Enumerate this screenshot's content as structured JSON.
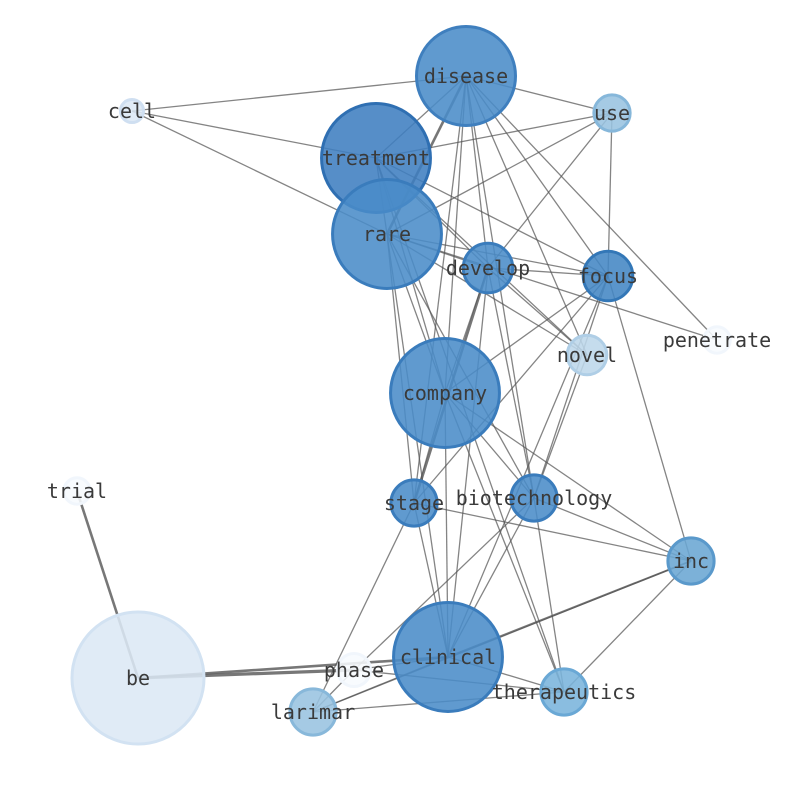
{
  "graph": {
    "nodes": [
      {
        "id": "disease",
        "label": "disease",
        "size": 3.0,
        "color": "#4a8cc8",
        "stroke": "#3f7fbe"
      },
      {
        "id": "cell",
        "label": "cell",
        "size": 0.7,
        "color": "#dce8f5",
        "stroke": "#cfdff1"
      },
      {
        "id": "use",
        "label": "use",
        "size": 1.1,
        "color": "#98c3e0",
        "stroke": "#86b7da"
      },
      {
        "id": "treatment",
        "label": "treatment",
        "size": 3.3,
        "color": "#3f7ec0",
        "stroke": "#2f6fb2"
      },
      {
        "id": "rare",
        "label": "rare",
        "size": 3.3,
        "color": "#4a8cc8",
        "stroke": "#3a7cbc"
      },
      {
        "id": "develop",
        "label": "develop",
        "size": 1.5,
        "color": "#4a8cc8",
        "stroke": "#3a7cbc"
      },
      {
        "id": "focus",
        "label": "focus",
        "size": 1.5,
        "color": "#4386c4",
        "stroke": "#3377b7"
      },
      {
        "id": "penetrate",
        "label": "penetrate",
        "size": 0.8,
        "color": "#f7fafe",
        "stroke": "#f1f6fc"
      },
      {
        "id": "novel",
        "label": "novel",
        "size": 1.2,
        "color": "#bdd7eb",
        "stroke": "#afcee6"
      },
      {
        "id": "company",
        "label": "company",
        "size": 3.3,
        "color": "#4a8cc8",
        "stroke": "#3a7cbc"
      },
      {
        "id": "trial",
        "label": "trial",
        "size": 0.8,
        "color": "#f7fafe",
        "stroke": "#f1f6fc"
      },
      {
        "id": "stage",
        "label": "stage",
        "size": 1.4,
        "color": "#4a8cc8",
        "stroke": "#3a7cbc"
      },
      {
        "id": "biotechnology",
        "label": "biotechnology",
        "size": 1.4,
        "color": "#4a8cc8",
        "stroke": "#3a7cbc"
      },
      {
        "id": "inc",
        "label": "inc",
        "size": 1.4,
        "color": "#6aa6d3",
        "stroke": "#5a99cb"
      },
      {
        "id": "be",
        "label": "be",
        "size": 4.0,
        "color": "#dce8f5",
        "stroke": "#d2e2f2"
      },
      {
        "id": "phase",
        "label": "phase",
        "size": 1.0,
        "color": "#f7fafe",
        "stroke": "#f1f6fc"
      },
      {
        "id": "clinical",
        "label": "clinical",
        "size": 3.3,
        "color": "#4a8cc8",
        "stroke": "#3a7cbc"
      },
      {
        "id": "therapeutics",
        "label": "therapeutics",
        "size": 1.4,
        "color": "#7ab4dc",
        "stroke": "#6aa8d5"
      },
      {
        "id": "larimar",
        "label": "larimar",
        "size": 1.4,
        "color": "#98c3e0",
        "stroke": "#88b8da"
      }
    ],
    "edges": [
      {
        "source": "cell",
        "target": "disease",
        "weight": 1
      },
      {
        "source": "cell",
        "target": "treatment",
        "weight": 1
      },
      {
        "source": "cell",
        "target": "rare",
        "weight": 1
      },
      {
        "source": "disease",
        "target": "use",
        "weight": 1
      },
      {
        "source": "disease",
        "target": "treatment",
        "weight": 1
      },
      {
        "source": "disease",
        "target": "rare",
        "weight": 2
      },
      {
        "source": "disease",
        "target": "develop",
        "weight": 1
      },
      {
        "source": "disease",
        "target": "focus",
        "weight": 1
      },
      {
        "source": "disease",
        "target": "penetrate",
        "weight": 1
      },
      {
        "source": "disease",
        "target": "novel",
        "weight": 1
      },
      {
        "source": "disease",
        "target": "company",
        "weight": 1
      },
      {
        "source": "disease",
        "target": "stage",
        "weight": 1
      },
      {
        "source": "disease",
        "target": "biotechnology",
        "weight": 1
      },
      {
        "source": "use",
        "target": "treatment",
        "weight": 1
      },
      {
        "source": "use",
        "target": "rare",
        "weight": 1
      },
      {
        "source": "use",
        "target": "develop",
        "weight": 1
      },
      {
        "source": "use",
        "target": "focus",
        "weight": 1
      },
      {
        "source": "treatment",
        "target": "develop",
        "weight": 1
      },
      {
        "source": "treatment",
        "target": "focus",
        "weight": 1
      },
      {
        "source": "treatment",
        "target": "novel",
        "weight": 1
      },
      {
        "source": "treatment",
        "target": "company",
        "weight": 1
      },
      {
        "source": "treatment",
        "target": "clinical",
        "weight": 1
      },
      {
        "source": "treatment",
        "target": "therapeutics",
        "weight": 1
      },
      {
        "source": "rare",
        "target": "develop",
        "weight": 1
      },
      {
        "source": "rare",
        "target": "focus",
        "weight": 1
      },
      {
        "source": "rare",
        "target": "novel",
        "weight": 1
      },
      {
        "source": "rare",
        "target": "penetrate",
        "weight": 1
      },
      {
        "source": "rare",
        "target": "company",
        "weight": 1
      },
      {
        "source": "rare",
        "target": "biotechnology",
        "weight": 1
      },
      {
        "source": "rare",
        "target": "stage",
        "weight": 1
      },
      {
        "source": "develop",
        "target": "focus",
        "weight": 1
      },
      {
        "source": "develop",
        "target": "novel",
        "weight": 1
      },
      {
        "source": "develop",
        "target": "company",
        "weight": 1
      },
      {
        "source": "develop",
        "target": "stage",
        "weight": 2
      },
      {
        "source": "develop",
        "target": "biotechnology",
        "weight": 1
      },
      {
        "source": "develop",
        "target": "clinical",
        "weight": 1
      },
      {
        "source": "focus",
        "target": "company",
        "weight": 1
      },
      {
        "source": "focus",
        "target": "stage",
        "weight": 1
      },
      {
        "source": "focus",
        "target": "biotechnology",
        "weight": 1
      },
      {
        "source": "focus",
        "target": "inc",
        "weight": 1
      },
      {
        "source": "focus",
        "target": "clinical",
        "weight": 1
      },
      {
        "source": "novel",
        "target": "biotechnology",
        "weight": 1
      },
      {
        "source": "company",
        "target": "stage",
        "weight": 1
      },
      {
        "source": "company",
        "target": "biotechnology",
        "weight": 1
      },
      {
        "source": "company",
        "target": "inc",
        "weight": 1
      },
      {
        "source": "company",
        "target": "clinical",
        "weight": 1
      },
      {
        "source": "company",
        "target": "therapeutics",
        "weight": 1
      },
      {
        "source": "stage",
        "target": "inc",
        "weight": 1
      },
      {
        "source": "stage",
        "target": "clinical",
        "weight": 1
      },
      {
        "source": "stage",
        "target": "larimar",
        "weight": 1
      },
      {
        "source": "biotechnology",
        "target": "inc",
        "weight": 1
      },
      {
        "source": "biotechnology",
        "target": "clinical",
        "weight": 1
      },
      {
        "source": "biotechnology",
        "target": "therapeutics",
        "weight": 1
      },
      {
        "source": "biotechnology",
        "target": "phase",
        "weight": 1
      },
      {
        "source": "inc",
        "target": "clinical",
        "weight": 1.5
      },
      {
        "source": "inc",
        "target": "therapeutics",
        "weight": 1
      },
      {
        "source": "inc",
        "target": "larimar",
        "weight": 1
      },
      {
        "source": "trial",
        "target": "be",
        "weight": 2
      },
      {
        "source": "be",
        "target": "phase",
        "weight": 2.5
      },
      {
        "source": "be",
        "target": "clinical",
        "weight": 2
      },
      {
        "source": "phase",
        "target": "clinical",
        "weight": 1
      },
      {
        "source": "phase",
        "target": "therapeutics",
        "weight": 1
      },
      {
        "source": "phase",
        "target": "larimar",
        "weight": 1
      },
      {
        "source": "clinical",
        "target": "therapeutics",
        "weight": 1
      },
      {
        "source": "clinical",
        "target": "larimar",
        "weight": 1
      },
      {
        "source": "larimar",
        "target": "therapeutics",
        "weight": 1
      }
    ]
  }
}
